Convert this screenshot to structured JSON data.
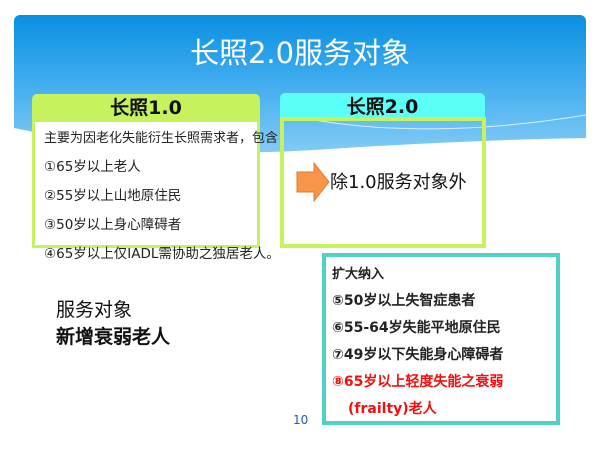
{
  "title": "长照2.0服务对象",
  "ltc1": {
    "header": "长照1.0",
    "lines": [
      "主要为因老化失能衍生长照需求者，包含",
      "①65岁以上老人",
      "②55岁以上山地原住民",
      "③50岁以上身心障碍者",
      "④65岁以上仅IADL需协助之独居老人。"
    ]
  },
  "ltc2": {
    "header": "长照2.0",
    "text": "除1.0服务对象外"
  },
  "expand": {
    "heading": "扩大纳入",
    "lines": [
      "⑤50岁以上失智症患者",
      "⑥55-64岁失能平地原住民",
      "⑦49岁以下失能身心障碍者"
    ],
    "red_lines": [
      "⑧65岁以上轻度失能之衰弱",
      "(frailty)老人"
    ]
  },
  "left_note": {
    "line1": "服务对象",
    "line2": "新增衰弱老人"
  },
  "page_number": "10",
  "colors": {
    "green": "#c6f25e",
    "cyan": "#5cfff8",
    "teal": "#4fd1c5",
    "arrow": "#f7964a",
    "red": "#f01010"
  }
}
